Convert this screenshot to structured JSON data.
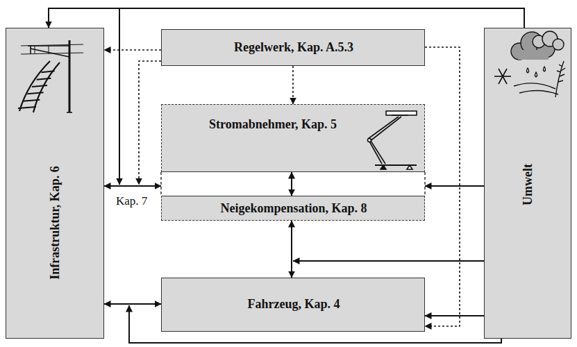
{
  "diagram": {
    "nodes": [
      {
        "text": [
          "Infrastruktur, Kap. 6"
        ]
      },
      {
        "text": [
          "Regelwerk, Kap. A.5.3"
        ]
      },
      {
        "text": [
          "Stromabnehmer, Kap. 5"
        ]
      },
      {
        "text": [
          "Neigekompensation, Kap. 8"
        ]
      },
      {
        "text": [
          "Fahrzeug, Kap. 4"
        ]
      },
      {
        "text": [
          "Umwelt"
        ]
      }
    ],
    "edges": [
      {
        "from": 5,
        "to": 0,
        "arrow": "to"
      },
      {
        "from": 5,
        "to": 2,
        "arrow": "to"
      },
      {
        "from": 1,
        "to": 0,
        "arrow": "to"
      },
      {
        "from": 1,
        "to": 2,
        "arrow": "to"
      },
      {
        "from": 1,
        "to": 2,
        "arrow": "to"
      },
      {
        "from": 1,
        "to": 4,
        "arrow": "to"
      },
      {
        "from": 0,
        "to": 2,
        "label": "Kap. 7",
        "arrow": "both"
      },
      {
        "from": 2,
        "to": 3,
        "arrow": "both"
      },
      {
        "from": 5,
        "to": 2,
        "arrow": "to"
      },
      {
        "from": 3,
        "to": 4,
        "arrow": "both"
      },
      {
        "from": 5,
        "to": 3,
        "arrow": "to"
      },
      {
        "from": 5,
        "to": 4,
        "arrow": "to"
      },
      {
        "from": 0,
        "to": 4,
        "arrow": "both"
      },
      {
        "from": 5,
        "to": 0,
        "arrow": "to"
      }
    ]
  }
}
